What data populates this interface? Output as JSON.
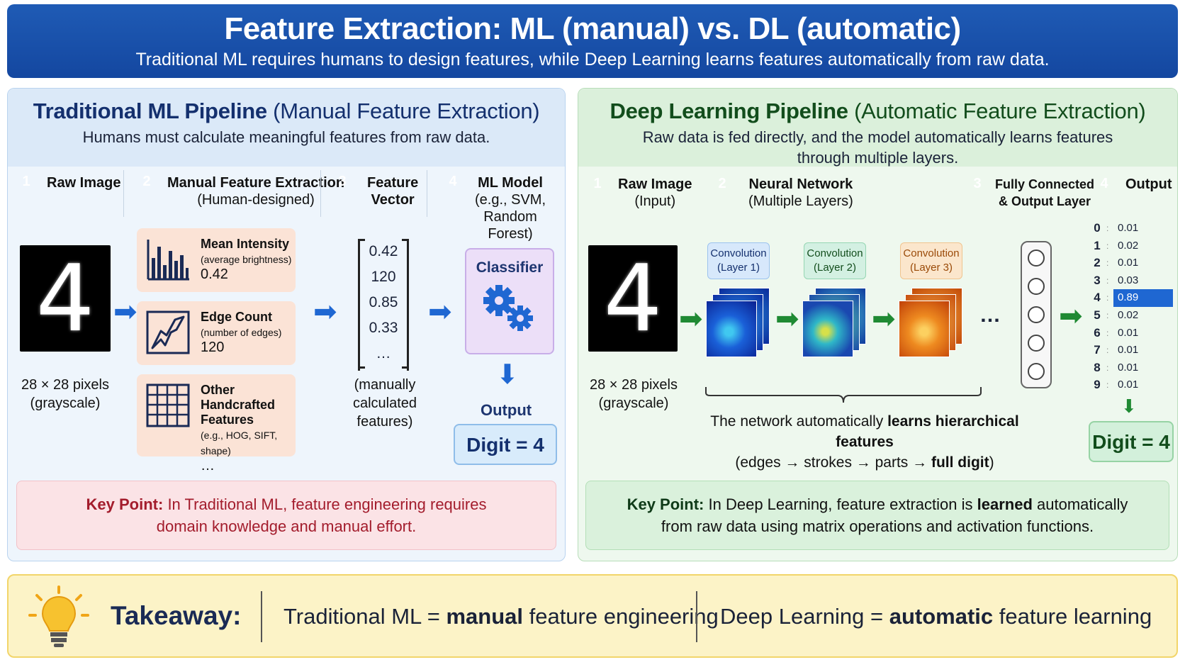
{
  "header": {
    "title": "Feature Extraction: ML (manual) vs. DL (automatic)",
    "subtitle": "Traditional ML requires humans to design features, while Deep Learning learns features automatically from raw data."
  },
  "ml": {
    "title_bold": "Traditional ML Pipeline",
    "title_light": "(Manual Feature Extraction)",
    "subtitle": "Humans must calculate meaningful features from raw data.",
    "steps": [
      {
        "num": "1",
        "label": "Raw Image",
        "sub": ""
      },
      {
        "num": "2",
        "label": "Manual Feature Extraction",
        "sub": "(Human-designed)"
      },
      {
        "num": "3",
        "label": "Feature",
        "sub": "Vector"
      },
      {
        "num": "4",
        "label": "ML Model",
        "sub": "(e.g., SVM,",
        "sub2": "Random Forest)"
      }
    ],
    "digit": "4",
    "caption1": "28 × 28 pixels",
    "caption2": "(grayscale)",
    "features": [
      {
        "name": "Mean Intensity",
        "desc": "(average brightness)",
        "value": "0.42"
      },
      {
        "name": "Edge Count",
        "desc": "(number of edges)",
        "value": "120"
      },
      {
        "name": "Other Handcrafted",
        "name2": "Features",
        "desc": "(e.g., HOG, SIFT, shape)",
        "value": "…"
      }
    ],
    "vector": [
      "0.42",
      "120",
      "0.85",
      "0.33",
      "…"
    ],
    "vector_caption1": "(manually calculated",
    "vector_caption2": "features)",
    "classifier": "Classifier",
    "output_label": "Output",
    "output_value": "Digit = 4",
    "key_label": "Key Point:",
    "key_text1": "In Traditional ML, feature engineering requires",
    "key_text2": "domain knowledge and manual effort."
  },
  "dl": {
    "title_bold": "Deep Learning Pipeline",
    "title_light": "(Automatic Feature Extraction)",
    "subtitle1": "Raw data is fed directly, and the model automatically learns features",
    "subtitle2": "through multiple layers.",
    "steps": [
      {
        "num": "1",
        "label": "Raw Image",
        "sub": "(Input)"
      },
      {
        "num": "2",
        "label": "Neural Network",
        "sub": "(Multiple Layers)"
      },
      {
        "num": "3",
        "label": "Fully Connected",
        "sub": "& Output Layer"
      },
      {
        "num": "4",
        "label": "Output",
        "sub": ""
      }
    ],
    "digit": "4",
    "caption1": "28 × 28 pixels",
    "caption2": "(grayscale)",
    "conv": [
      {
        "l1": "Convolution",
        "l2": "(Layer 1)"
      },
      {
        "l1": "Convolution",
        "l2": "(Layer 2)"
      },
      {
        "l1": "Convolution",
        "l2": "(Layer 3)"
      }
    ],
    "ellipsis": "…",
    "brace_text1a": "The network automatically ",
    "brace_text1b": "learns hierarchical features",
    "brace_text2a": "(edges → strokes → parts → ",
    "brace_text2b": "full digit",
    "brace_text2c": ")",
    "outputs": [
      {
        "d": "0",
        "p": "0.01"
      },
      {
        "d": "1",
        "p": "0.02"
      },
      {
        "d": "2",
        "p": "0.01"
      },
      {
        "d": "3",
        "p": "0.03"
      },
      {
        "d": "4",
        "p": "0.89"
      },
      {
        "d": "5",
        "p": "0.02"
      },
      {
        "d": "6",
        "p": "0.01"
      },
      {
        "d": "7",
        "p": "0.01"
      },
      {
        "d": "8",
        "p": "0.01"
      },
      {
        "d": "9",
        "p": "0.01"
      }
    ],
    "output_value": "Digit = 4",
    "key_label": "Key Point:",
    "key_text1a": "In Deep Learning, feature extraction is ",
    "key_text1b": "learned",
    "key_text1c": " automatically",
    "key_text2": "from raw data using matrix operations and activation functions."
  },
  "takeaway": {
    "label": "Takeaway:",
    "ml_a": "Traditional ML = ",
    "ml_b": "manual",
    "ml_c": " feature engineering",
    "dl_a": "Deep Learning = ",
    "dl_b": "automatic",
    "dl_c": " feature learning"
  },
  "colors": {
    "header": "#1f5bb5",
    "ml_accent": "#1f67d2",
    "dl_accent": "#1f8a33",
    "takeaway_bg": "#fcf3c7"
  }
}
